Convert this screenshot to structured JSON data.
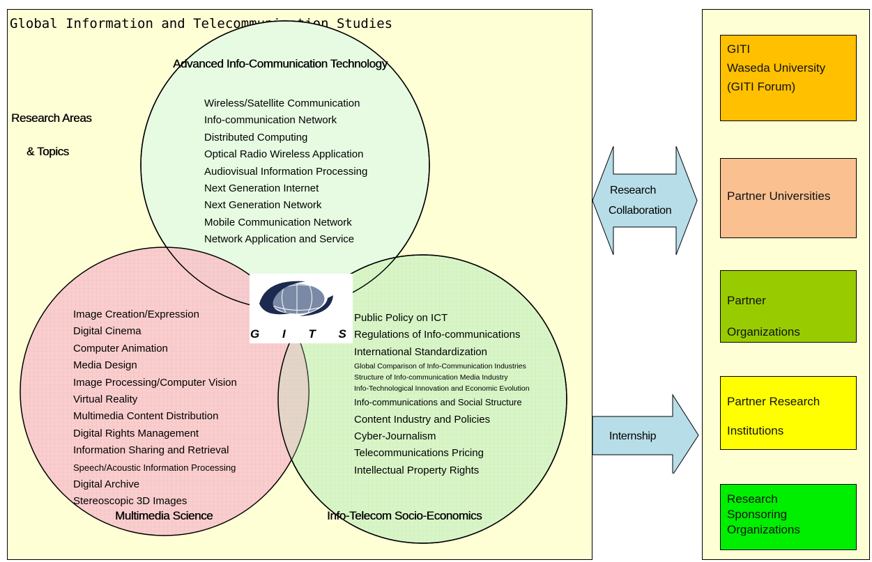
{
  "title": "Global Information and Telecommunication Studies",
  "research_areas": {
    "line1": "Research Areas",
    "line2": "& Topics"
  },
  "circles": {
    "advanced": {
      "title": "Advanced Info-Communication Technology",
      "items": [
        "Wireless/Satellite Communication",
        "Info-communication Network",
        "Distributed Computing",
        "Optical Radio Wireless Application",
        "Audiovisual Information Processing",
        "Next Generation Internet",
        "Next Generation Network",
        "Mobile Communication Network",
        "Network Application and Service"
      ],
      "color": "#e6fbe2"
    },
    "multimedia": {
      "title": "Multimedia Science",
      "items": [
        "Image Creation/Expression",
        "Digital Cinema",
        "Computer Animation",
        "Media Design",
        "Image Processing/Computer Vision",
        "Virtual Reality",
        "Multimedia Content Distribution",
        "Digital Rights Management",
        "Information Sharing and Retrieval",
        "Speech/Acoustic Information Processing",
        "Digital Archive",
        "Stereoscopic 3D Images"
      ],
      "color": "#f8c7cd"
    },
    "socio": {
      "title": "Info-Telecom Socio-Economics",
      "items": [
        "Public Policy on ICT",
        "Regulations of Info-communications",
        "International Standardization",
        "Global Comparison of Info-Communication Industries",
        "Structure of Info-communication Media Industry",
        "Info-Technological Innovation and Economic Evolution",
        "Info-communications and Social Structure",
        "Content Industry and Policies",
        "Cyber-Journalism",
        "Telecommunications Pricing",
        "Intellectual Property Rights"
      ],
      "color": "#d9f5c8"
    }
  },
  "logo": {
    "text": "G I T S"
  },
  "arrows": {
    "collaboration": {
      "line1": "Research",
      "line2": "Collaboration"
    },
    "internship": {
      "label": "Internship"
    },
    "color": "#b7dde8"
  },
  "partners": [
    {
      "lines": [
        "GITI",
        "Waseda University",
        "(GITI Forum)"
      ],
      "color": "#ffc000"
    },
    {
      "lines": [
        "Partner Universities"
      ],
      "color": "#fac090"
    },
    {
      "lines": [
        "Partner",
        "Organizations"
      ],
      "color": "#99cc00"
    },
    {
      "lines": [
        "Partner Research",
        "Institutions"
      ],
      "color": "#ffff00"
    },
    {
      "lines": [
        "Research",
        "Sponsoring",
        "Organizations"
      ],
      "color": "#00ee00"
    }
  ]
}
